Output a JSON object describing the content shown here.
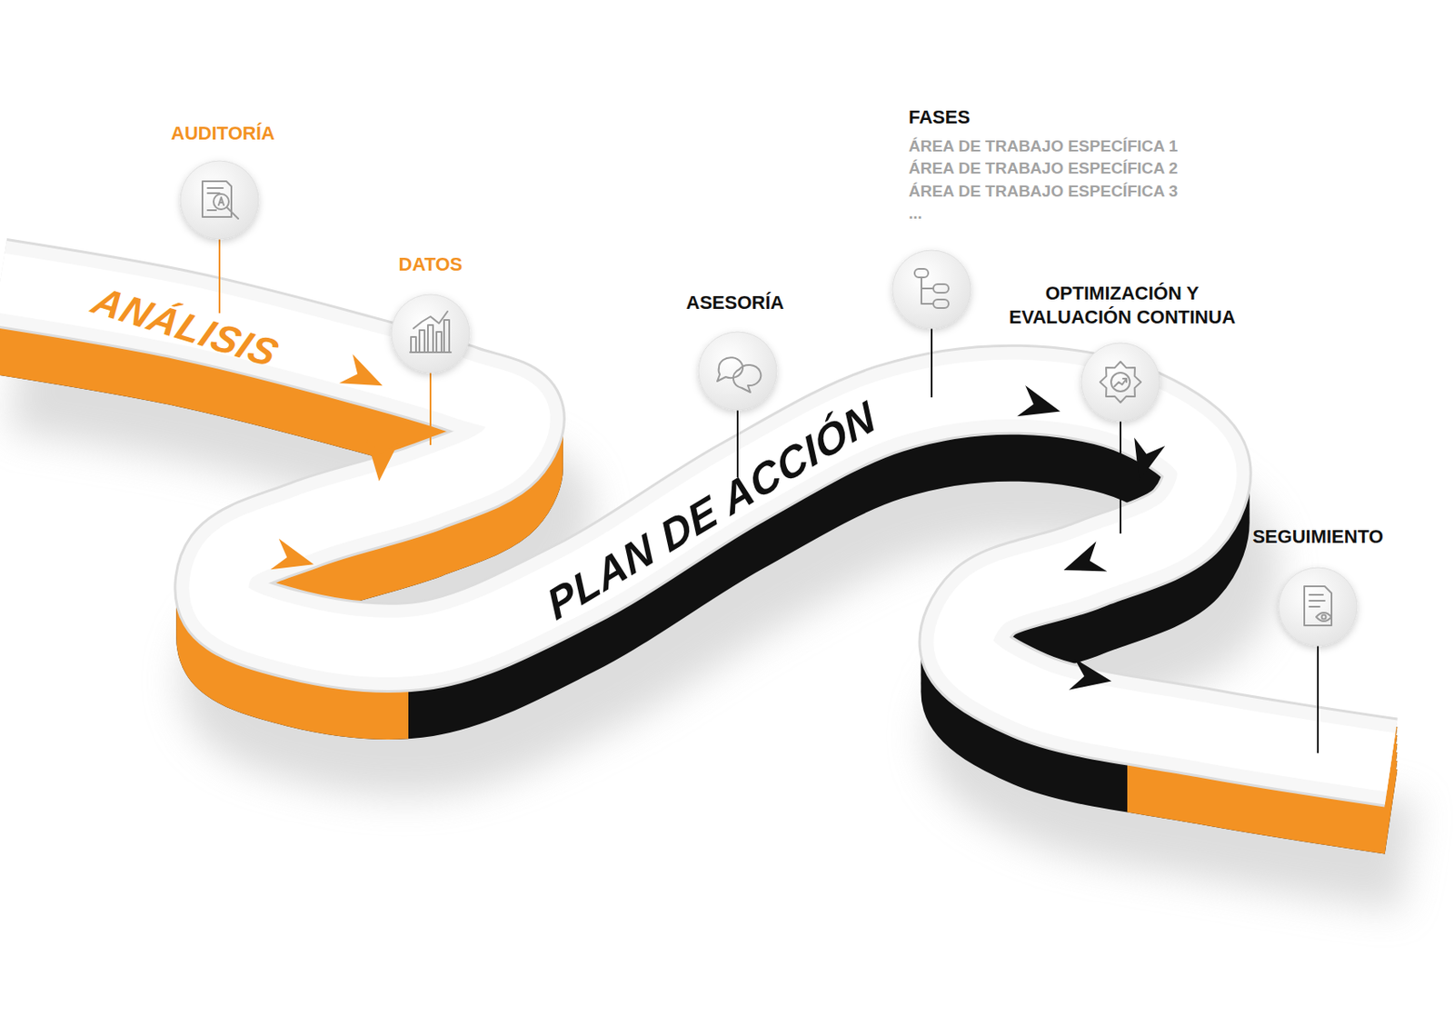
{
  "diagram": {
    "nodes": [
      {
        "text": [
          "AUDITORÍA"
        ]
      },
      {
        "text": [
          "DATOS"
        ]
      },
      {
        "text": [
          "ASESORÍA"
        ]
      },
      {
        "text": [
          "FASES",
          "ÁREA DE TRABAJO ESPECÍFICA 1",
          "ÁREA DE TRABAJO ESPECÍFICA 2",
          "ÁREA DE TRABAJO ESPECÍFICA 3",
          "..."
        ]
      },
      {
        "text": [
          "OPTIMIZACIÓN Y EVALUACIÓN CONTINUA"
        ]
      },
      {
        "text": [
          "SEGUIMIENTO"
        ]
      }
    ],
    "labels": [
      "ANÁLISIS",
      "PLAN DE ACCIÓN"
    ]
  }
}
